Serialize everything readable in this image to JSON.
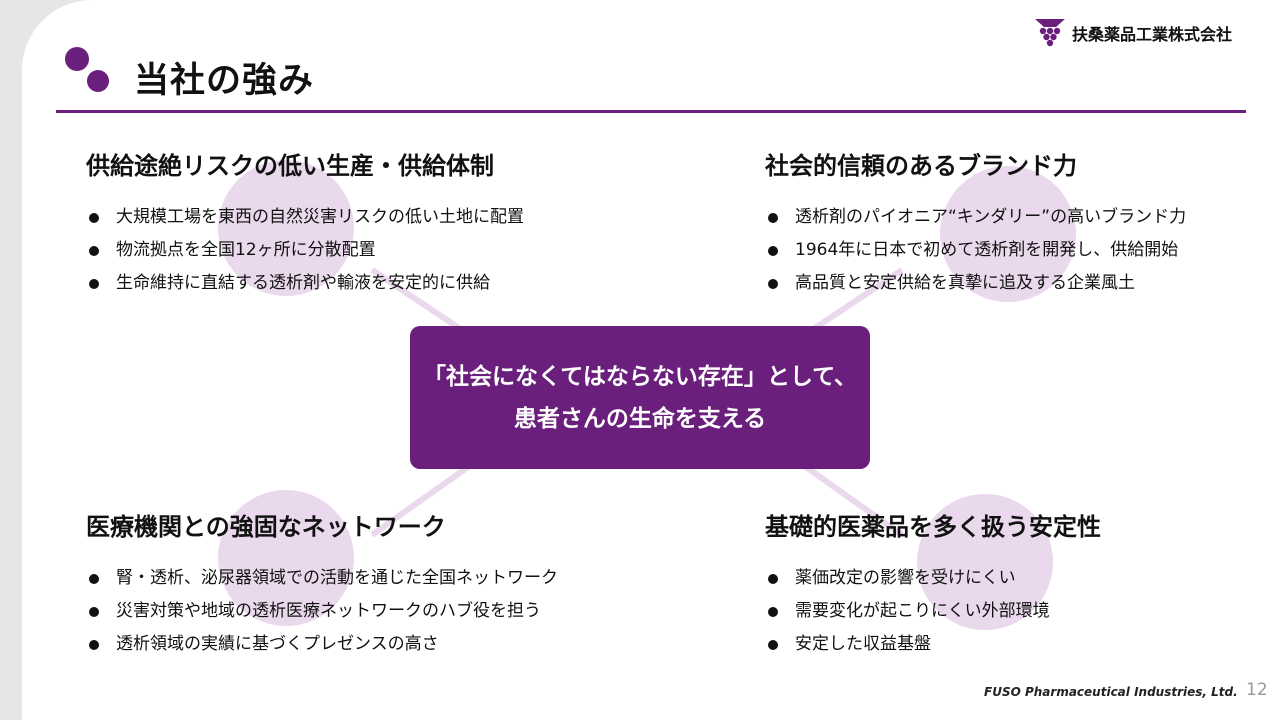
{
  "header": {
    "title": "当社の強み",
    "company_name": "扶桑薬品工業株式会社",
    "logo_icon": "grape-logo-icon"
  },
  "center": {
    "line1": "「社会になくてはならない存在」として、",
    "line2": "患者さんの生命を支える"
  },
  "sections": [
    {
      "title": "供給途絶リスクの低い生産・供給体制",
      "bullets": [
        "大規模工場を東西の自然災害リスクの低い土地に配置",
        "物流拠点を全国12ヶ所に分散配置",
        "生命維持に直結する透析剤や輸液を安定的に供給"
      ]
    },
    {
      "title": "社会的信頼のあるブランド力",
      "bullets": [
        "透析剤のパイオニア“キンダリー”の高いブランド力",
        "1964年に日本で初めて透析剤を開発し、供給開始",
        "高品質と安定供給を真摯に追及する企業風土"
      ]
    },
    {
      "title": "医療機関との強固なネットワーク",
      "bullets": [
        "腎・透析、泌尿器領域での活動を通じた全国ネットワーク",
        "災害対策や地域の透析医療ネットワークのハブ役を担う",
        "透析領域の実績に基づくプレゼンスの高さ"
      ]
    },
    {
      "title": "基礎的医薬品を多く扱う安定性",
      "bullets": [
        "薬価改定の影響を受けにくい",
        "需要変化が起こりにくい外部環境",
        "安定した収益基盤"
      ]
    }
  ],
  "footer": {
    "brand": "FUSO Pharmaceutical Industries, Ltd.",
    "page_number": "12"
  },
  "colors": {
    "accent": "#6b1f7c",
    "blob": "#ead8ec",
    "background": "#ffffff"
  }
}
